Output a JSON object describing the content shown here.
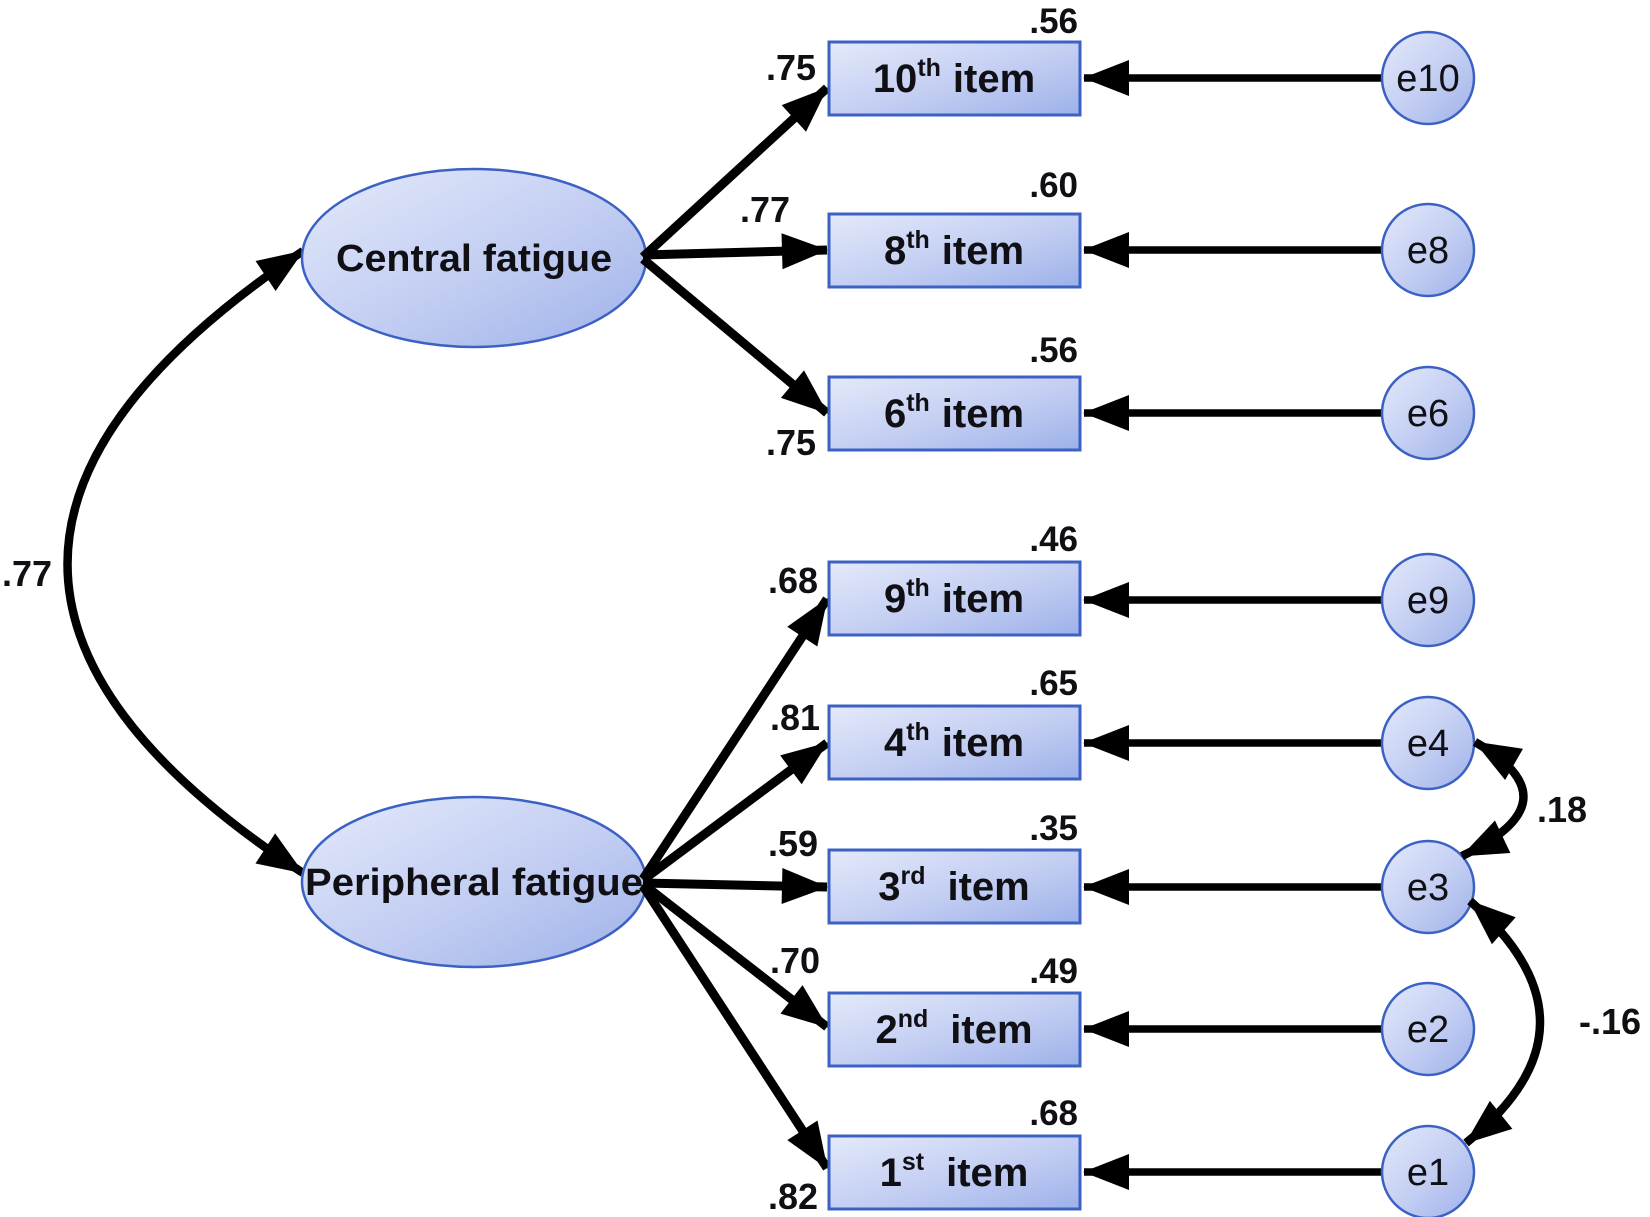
{
  "figure_type": "Structural equation model path diagram (confirmatory factor analysis)",
  "factors": {
    "central": {
      "label": "Central fatigue"
    },
    "peripheral": {
      "label": "Peripheral fatigue"
    },
    "covariance": ".77"
  },
  "items": [
    {
      "num": "10",
      "suffix": "th",
      "word": "item",
      "loading": ".75",
      "r2": ".56",
      "error": "e10",
      "factor": "central"
    },
    {
      "num": "8",
      "suffix": "th",
      "word": "item",
      "loading": ".77",
      "r2": ".60",
      "error": "e8",
      "factor": "central"
    },
    {
      "num": "6",
      "suffix": "th",
      "word": "item",
      "loading": ".75",
      "r2": ".56",
      "error": "e6",
      "factor": "central"
    },
    {
      "num": "9",
      "suffix": "th",
      "word": "item",
      "loading": ".68",
      "r2": ".46",
      "error": "e9",
      "factor": "peripheral"
    },
    {
      "num": "4",
      "suffix": "th",
      "word": "item",
      "loading": ".81",
      "r2": ".65",
      "error": "e4",
      "factor": "peripheral"
    },
    {
      "num": "3",
      "suffix": "rd",
      "word": "item",
      "loading": ".59",
      "r2": ".35",
      "error": "e3",
      "factor": "peripheral"
    },
    {
      "num": "2",
      "suffix": "nd",
      "word": "item",
      "loading": ".70",
      "r2": ".49",
      "error": "e2",
      "factor": "peripheral"
    },
    {
      "num": "1",
      "suffix": "st",
      "word": "item",
      "loading": ".82",
      "r2": ".68",
      "error": "e1",
      "factor": "peripheral"
    }
  ],
  "error_covariances": [
    {
      "pair": "e4-e3",
      "value": ".18"
    },
    {
      "pair": "e3-e1",
      "value": "-.16"
    }
  ],
  "colors": {
    "node_border": "#3c61c4",
    "node_fill_light": "#e4eafa",
    "node_fill_mid": "#c2cdf2",
    "node_fill_dark": "#9db1e9",
    "line": "#000000",
    "text": "#0f0f14",
    "background": "#ffffff"
  }
}
